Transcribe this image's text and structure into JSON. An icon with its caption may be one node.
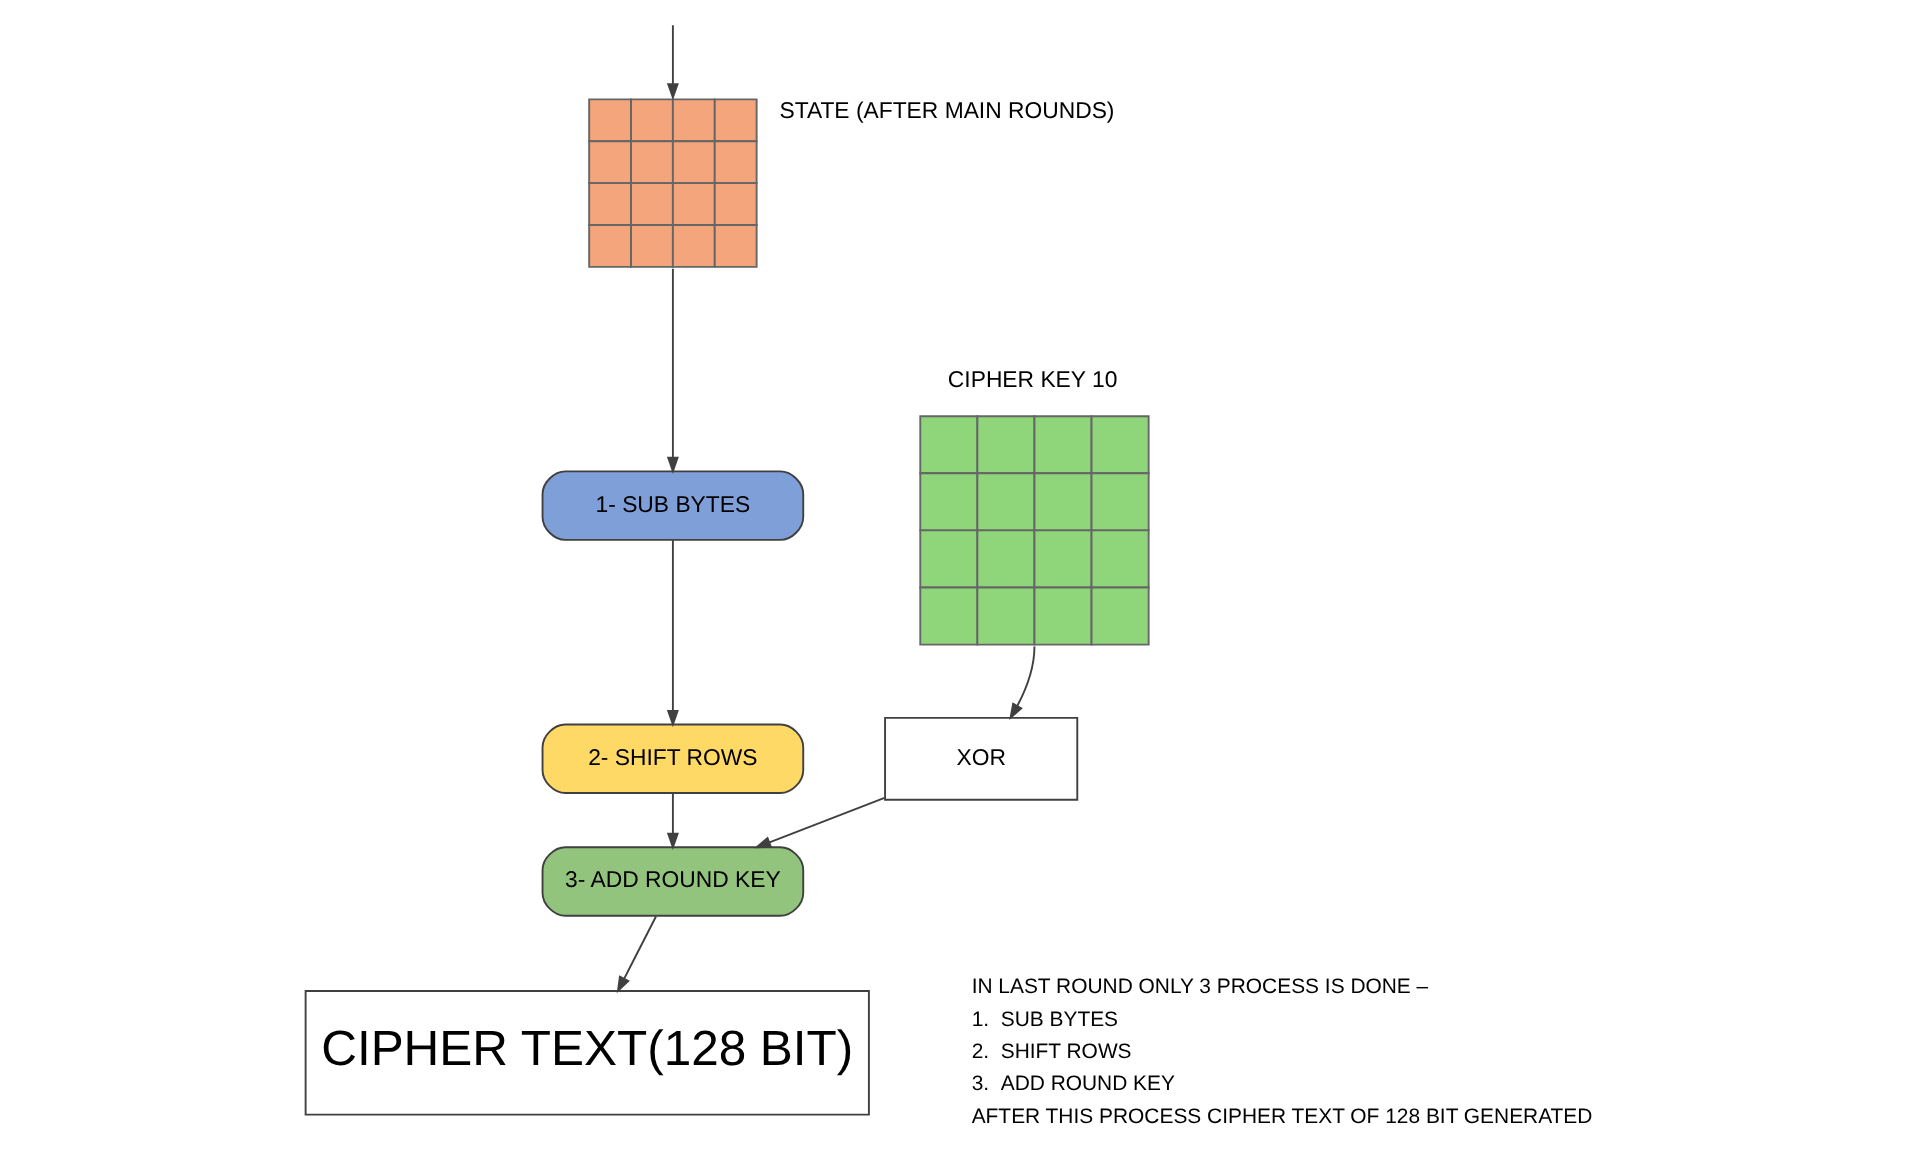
{
  "diagram": {
    "nodes": [
      {
        "text": [],
        "shape": "box",
        "beside": [
          "STATE (AFTER MAIN ROUNDS)"
        ]
      },
      {
        "text": [
          "1- SUB BYTES"
        ]
      },
      {
        "text": [
          "2- SHIFT ROWS"
        ]
      },
      {
        "text": [
          "3- ADD ROUND KEY"
        ]
      },
      {
        "text": [
          "CIPHER TEXT(128 BIT)"
        ]
      },
      {
        "text": [
          "XOR"
        ]
      },
      {
        "text": [],
        "shape": "box",
        "beside": [
          "CIPHER KEY 10"
        ]
      }
    ],
    "edges": [
      {
        "from": null,
        "to": 0,
        "arrow": "to"
      },
      {
        "from": 0,
        "to": 1,
        "arrow": "to"
      },
      {
        "from": 1,
        "to": 2,
        "arrow": "to"
      },
      {
        "from": 2,
        "to": 3,
        "arrow": "to"
      },
      {
        "from": 3,
        "to": 4,
        "arrow": "to"
      },
      {
        "from": 6,
        "to": 5,
        "arrow": "to"
      },
      {
        "from": 5,
        "to": 3,
        "arrow": "to"
      }
    ],
    "labels": [
      "IN LAST ROUND ONLY 3 PROCESS IS DONE –",
      "1.  SUB BYTES",
      "2.  SHIFT ROWS",
      "3.  ADD ROUND KEY",
      "AFTER THIS PROCESS CIPHER TEXT OF 128 BIT GENERATED"
    ]
  }
}
